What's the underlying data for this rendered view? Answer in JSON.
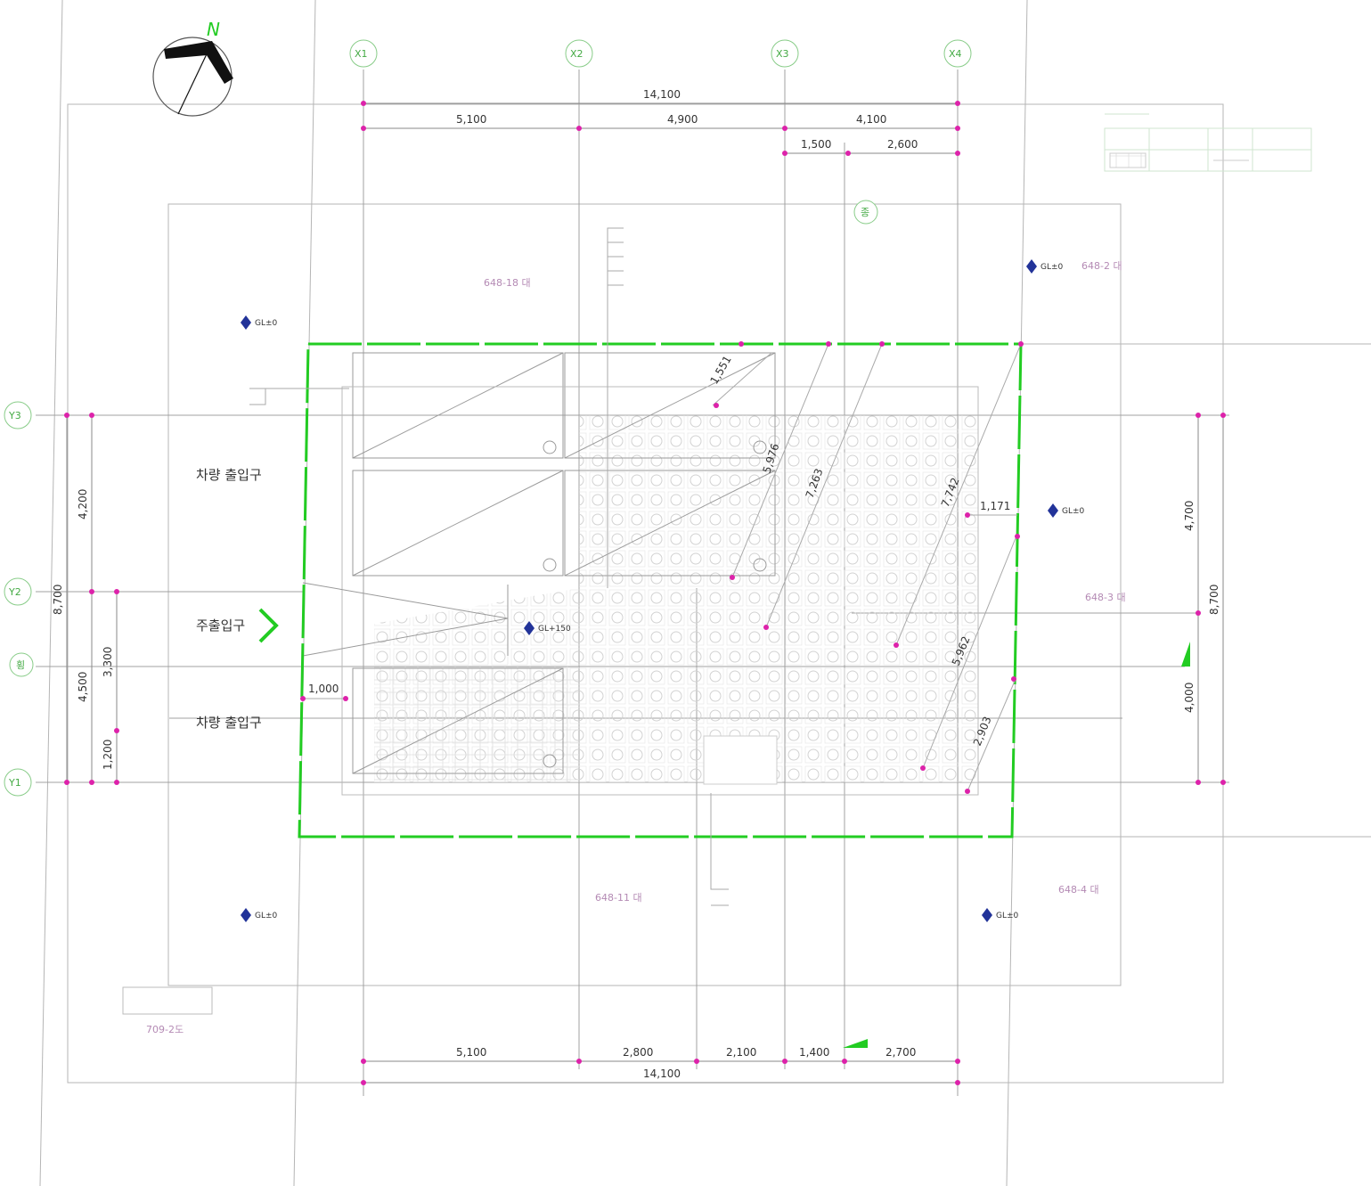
{
  "north": {
    "label": "N"
  },
  "column_axes_x": [
    "X1",
    "X2",
    "X3",
    "X4"
  ],
  "column_axes_y": [
    "Y3",
    "Y2",
    "Y1"
  ],
  "dims_top": {
    "overall": "14,100",
    "row1": [
      "5,100",
      "4,900",
      "4,100"
    ],
    "row2": [
      "1,500",
      "2,600"
    ]
  },
  "dims_bottom": {
    "row1": [
      "5,100",
      "2,800",
      "2,100",
      "1,400",
      "2,700"
    ],
    "overall": "14,100"
  },
  "dims_left": {
    "overall": "8,700",
    "upper": "4,200",
    "lower": "4,500",
    "mid": "3,300",
    "small": "1,200"
  },
  "dims_right": {
    "overall": "8,700",
    "upper": "4,700",
    "lower": "4,000"
  },
  "dims_inner": {
    "offset_left": "1,000",
    "diag1": "1,551",
    "diag2": "5,976",
    "diag3": "7,263",
    "diag4": "7,742",
    "offset_right": "1,171",
    "diag5": "5,962",
    "diag6": "2,903"
  },
  "labels": {
    "vehicle_entrance_top": "차량 출입구",
    "main_entrance": "주출입구",
    "vehicle_entrance_bottom": "차량 출입구",
    "section_mark_left": "횡",
    "section_mark_top": "종"
  },
  "lots": {
    "top": "648-18 대",
    "top_right": "648-2 대",
    "right": "648-3 대",
    "bottom": "648-11 대",
    "bottom_right": "648-4 대",
    "road_no": "709-2도"
  },
  "gl_marks": {
    "top_left": "GL±0",
    "top_right": "GL±0",
    "right": "GL±0",
    "center": "GL+150",
    "bottom_left": "GL±0",
    "bottom_right": "GL±0"
  },
  "colors": {
    "boundary": "#22cc22",
    "grid": "#9a9a9a",
    "dim_point": "#dd22aa",
    "hatch": "#cccccc",
    "lot_text": "#b48ab4",
    "note_text": "#7fbf7f"
  }
}
